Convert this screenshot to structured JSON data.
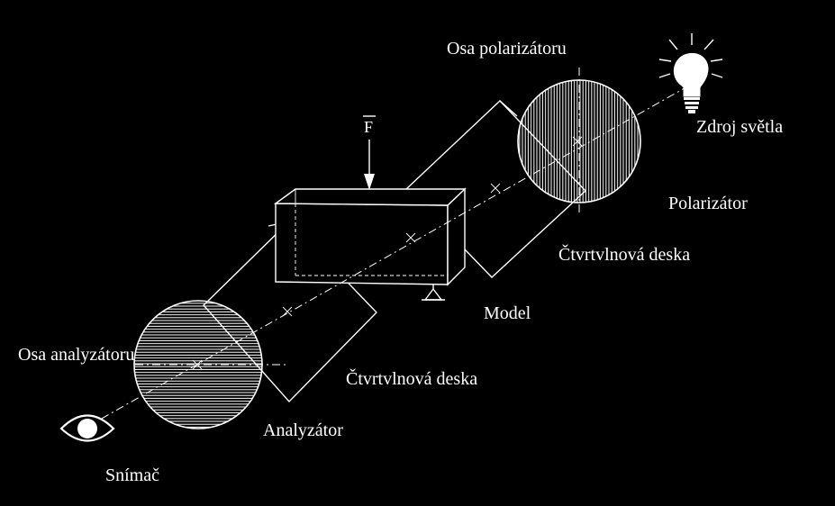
{
  "labels": {
    "osa_polarizatoru": "Osa polarizátoru",
    "zdroj_svetla": "Zdroj světla",
    "polarizator": "Polarizátor",
    "ctvrtvlnova_deska_top": "Čtvrtvlnová deska",
    "model": "Model",
    "force": "F",
    "osa_analyzatoru": "Osa analyzátoru",
    "ctvrtvlnova_deska_bottom": "Čtvrtvlnová deska",
    "analyzator": "Analyzátor",
    "snimac": "Snímač"
  },
  "colors": {
    "background": "#000000",
    "foreground": "#ffffff"
  },
  "icons": [
    "light-bulb-icon",
    "eye-icon",
    "force-arrow-icon"
  ]
}
